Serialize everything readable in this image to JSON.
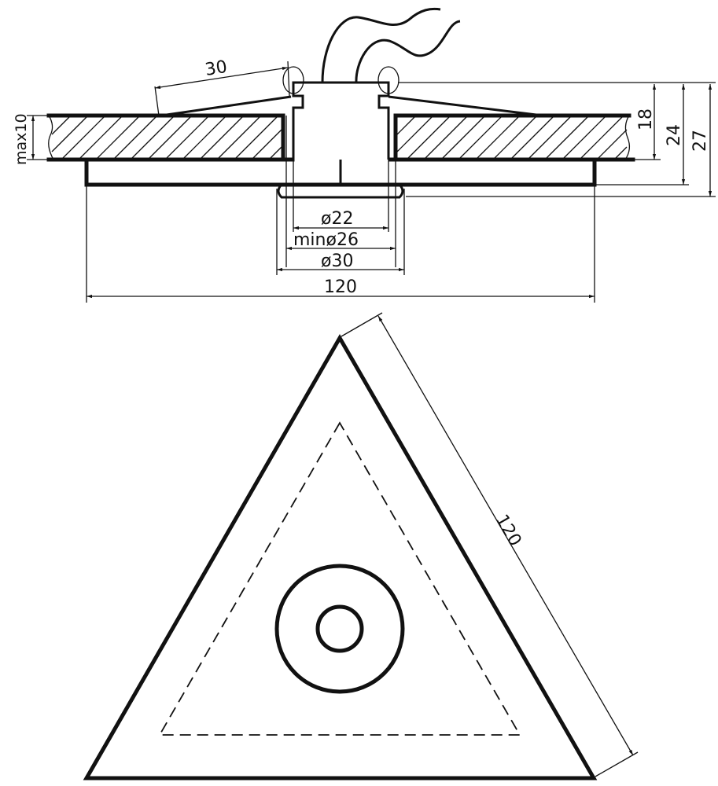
{
  "side_view": {
    "dims": {
      "spring_length": "30",
      "ceiling_thickness": "max10",
      "height_18": "18",
      "height_24": "24",
      "height_27": "27",
      "diameter_22": "ø22",
      "cutout_min_26": "minø26",
      "diameter_30": "ø30",
      "width_120": "120"
    }
  },
  "top_view": {
    "dims": {
      "side_120": "120"
    }
  },
  "colors": {
    "line": "#111111",
    "background": "#ffffff"
  }
}
